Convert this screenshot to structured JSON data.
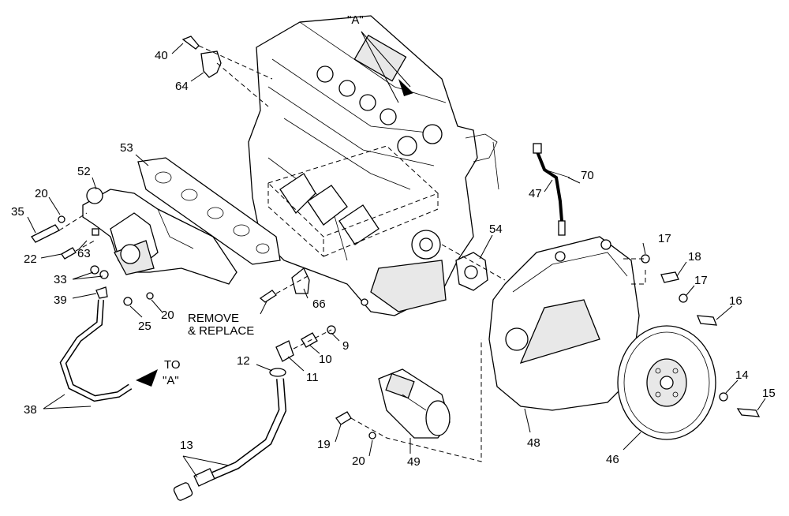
{
  "callouts": {
    "n40": "40",
    "n64": "64",
    "n53": "53",
    "n52": "52",
    "n20a": "20",
    "n35": "35",
    "n22": "22",
    "n63": "63",
    "n33": "33",
    "n39": "39",
    "n25": "25",
    "n20b": "20",
    "n38": "38",
    "n13": "13",
    "n12": "12",
    "n11": "11",
    "n10": "10",
    "n9": "9",
    "n66": "66",
    "n19": "19",
    "n20c": "20",
    "n49": "49",
    "n48": "48",
    "n54": "54",
    "n47": "47",
    "n70": "70",
    "n17a": "17",
    "n18": "18",
    "n17b": "17",
    "n16": "16",
    "n14": "14",
    "n15": "15",
    "n46": "46"
  },
  "notes": {
    "view_a": "\"A\"",
    "to_a_line1": "TO",
    "to_a_line2": "\"A\"",
    "remove_line1": "REMOVE",
    "remove_line2": "& REPLACE"
  }
}
